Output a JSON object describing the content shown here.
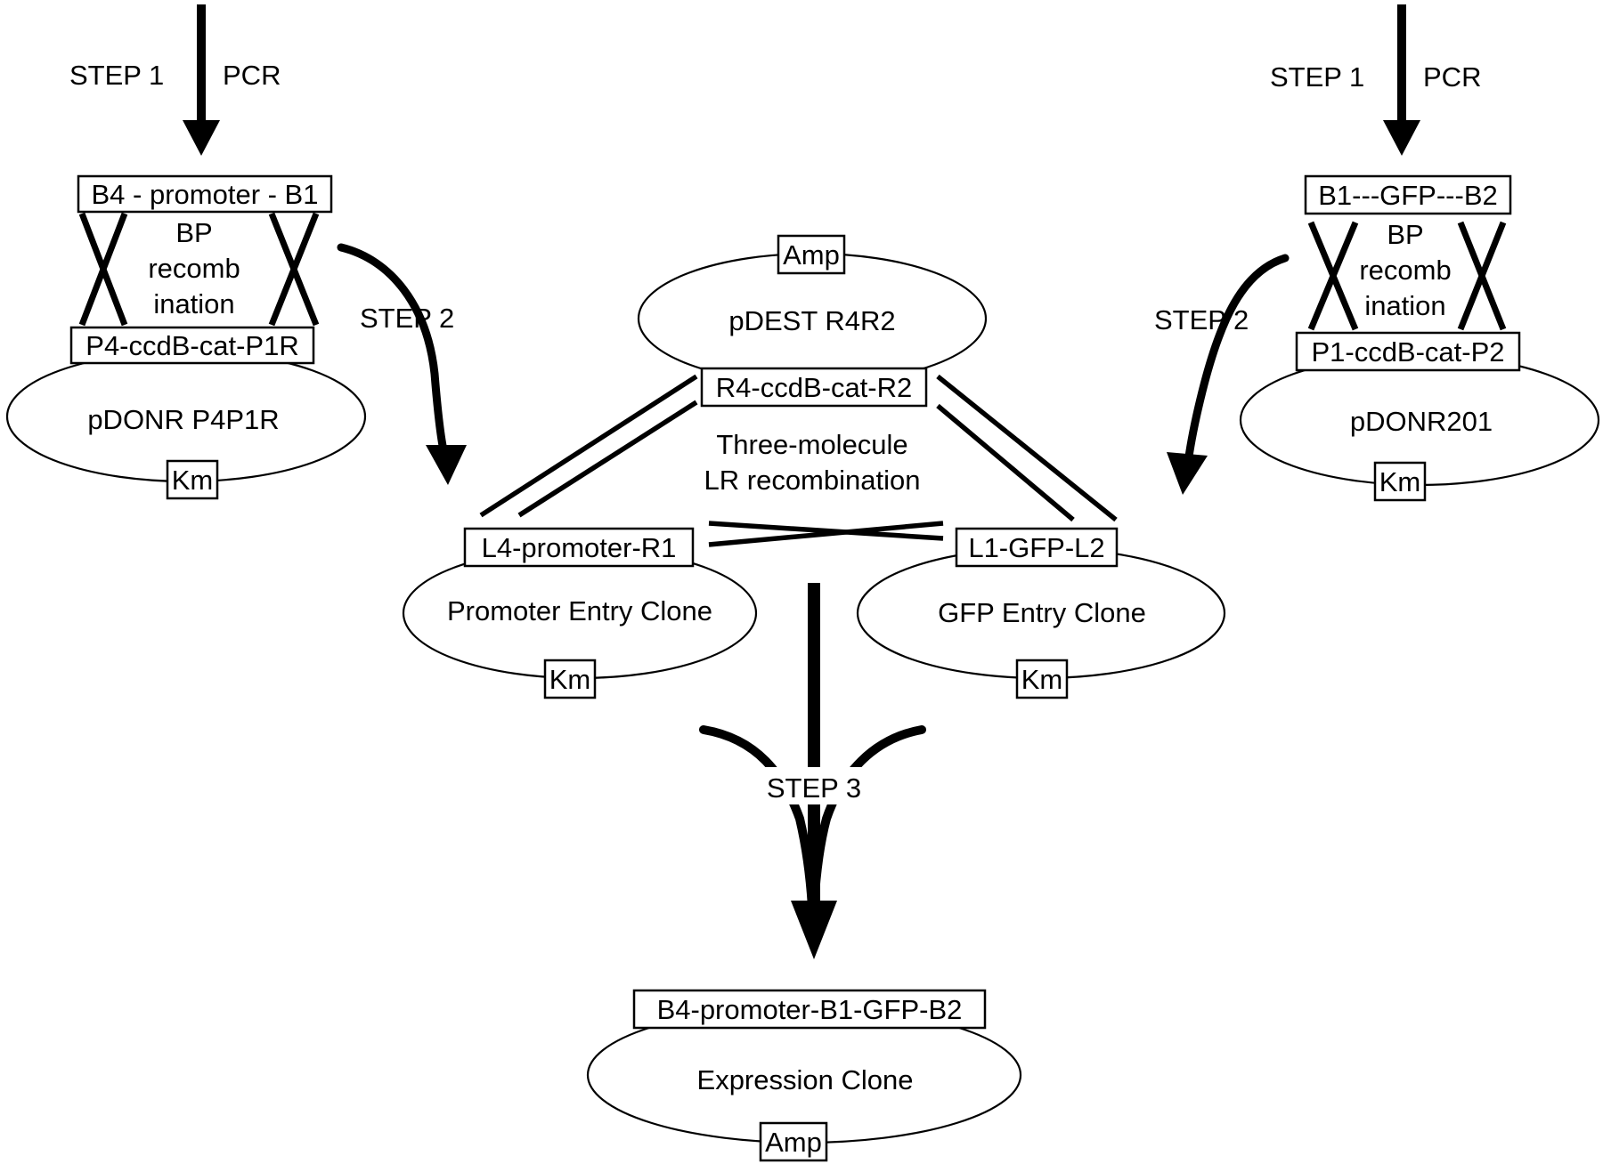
{
  "left": {
    "step1_label": "STEP 1",
    "pcr_label": "PCR",
    "pcr_product": "B4 - promoter - B1",
    "bp_line1": "BP",
    "bp_line2": "recomb",
    "bp_line3": "ination",
    "donor_cassette": "P4-ccdB-cat-P1R",
    "donor_plasmid": "pDONR P4P1R",
    "donor_marker": "Km",
    "step2_label": "STEP 2"
  },
  "right": {
    "step1_label": "STEP 1",
    "pcr_label": "PCR",
    "pcr_product": "B1---GFP---B2",
    "bp_line1": "BP",
    "bp_line2": "recomb",
    "bp_line3": "ination",
    "donor_cassette": "P1-ccdB-cat-P2",
    "donor_plasmid": "pDONR201",
    "donor_marker": "Km",
    "step2_label": "STEP 2"
  },
  "center": {
    "dest_marker": "Amp",
    "dest_plasmid": "pDEST R4R2",
    "dest_cassette": "R4-ccdB-cat-R2",
    "lr_line1": "Three-molecule",
    "lr_line2": "LR recombination",
    "promoter_entry_cassette": "L4-promoter-R1",
    "promoter_entry_plasmid": "Promoter Entry Clone",
    "promoter_entry_marker": "Km",
    "gfp_entry_cassette": "L1-GFP-L2",
    "gfp_entry_plasmid": "GFP Entry Clone",
    "gfp_entry_marker": "Km",
    "step3_label": "STEP 3",
    "expression_cassette": "B4-promoter-B1-GFP-B2",
    "expression_plasmid": "Expression Clone",
    "expression_marker": "Amp"
  }
}
